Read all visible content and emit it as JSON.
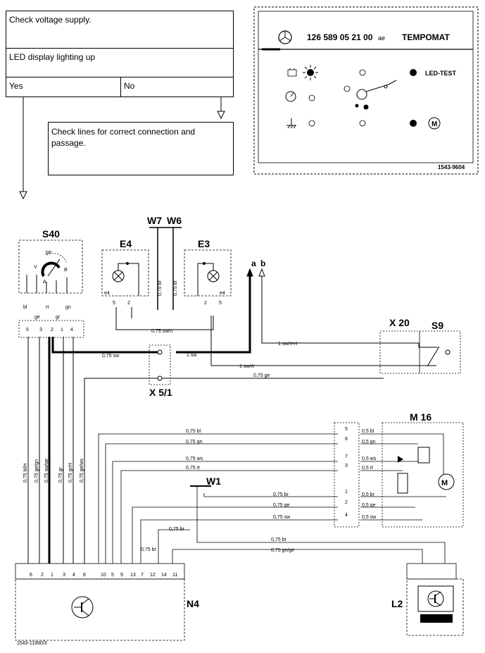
{
  "flow": {
    "step1": "Check voltage supply.",
    "step2": "LED display lighting up",
    "yes": "Yes",
    "no": "No",
    "no_action": "Check lines for correct connection and passage."
  },
  "panel": {
    "part_number": "126 589 05 21 00",
    "suffix": "ae",
    "name": "TEMPOMAT",
    "led_test": "LED-TEST",
    "code": "1543-9604"
  },
  "diagram": {
    "components": {
      "s40": "S40",
      "e4": "E4",
      "e3": "E3",
      "w7": "W7",
      "w6": "W6",
      "x20": "X 20",
      "s9": "S9",
      "x5": "X 5/1",
      "m16": "M 16",
      "w1": "W1",
      "n4": "N4",
      "l2": "L2",
      "a": "a",
      "b": "b"
    },
    "s40_switch": {
      "sp": "SP",
      "v": "V",
      "a": "A",
      "b": "B"
    },
    "s40_pins": [
      "5",
      "3",
      "2",
      "1",
      "4"
    ],
    "s40_colors": [
      "bl",
      "ge",
      "rt",
      "gr",
      "gn"
    ],
    "s40_wires": [
      "0,75 bl/rt",
      "0,75 ge/gn",
      "0,75 sw/ge",
      "0,75 gr",
      "0,75 gr/rt",
      "0,75 ge/ws"
    ],
    "e4_label": "e4",
    "e4_pins": [
      "5",
      "2"
    ],
    "e3_pins": [
      "2",
      "5"
    ],
    "w_br1": "0,75 br",
    "w_br2": "0,75 br",
    "w_swrt": "0,75 sw/rt",
    "w_sw1": "0,75 sw",
    "w_sw2": "1 sw",
    "w_swrtrt": "1 sw/rt-rt",
    "w_swrt2": "1 sw/rt",
    "w_ge": "0,75 ge",
    "m16_left": [
      "0,75 bl",
      "0,75 gn",
      "0,75 ws",
      "0,75 rt",
      "0,75 br",
      "0,75 ge",
      "0,75 sw"
    ],
    "m16_pins": [
      "5",
      "6",
      "7",
      "3",
      "1",
      "2",
      "4"
    ],
    "m16_right": [
      "0,5 bl",
      "0,5 gn",
      "0,5 ws",
      "0,5 rt",
      "0,5 br",
      "0,5 ge",
      "0,5 sw"
    ],
    "w_br3": "0,75 br",
    "w_br4": "0,75 br",
    "w_br5": "0,75 br",
    "w_gnge": "0,75 gn/ge",
    "n4_pins": [
      "6",
      "2",
      "1",
      "3",
      "4",
      "8",
      "10",
      "5",
      "9",
      "13",
      "7",
      "12",
      "14",
      "11"
    ],
    "footer_code": "1543-11980/3"
  }
}
